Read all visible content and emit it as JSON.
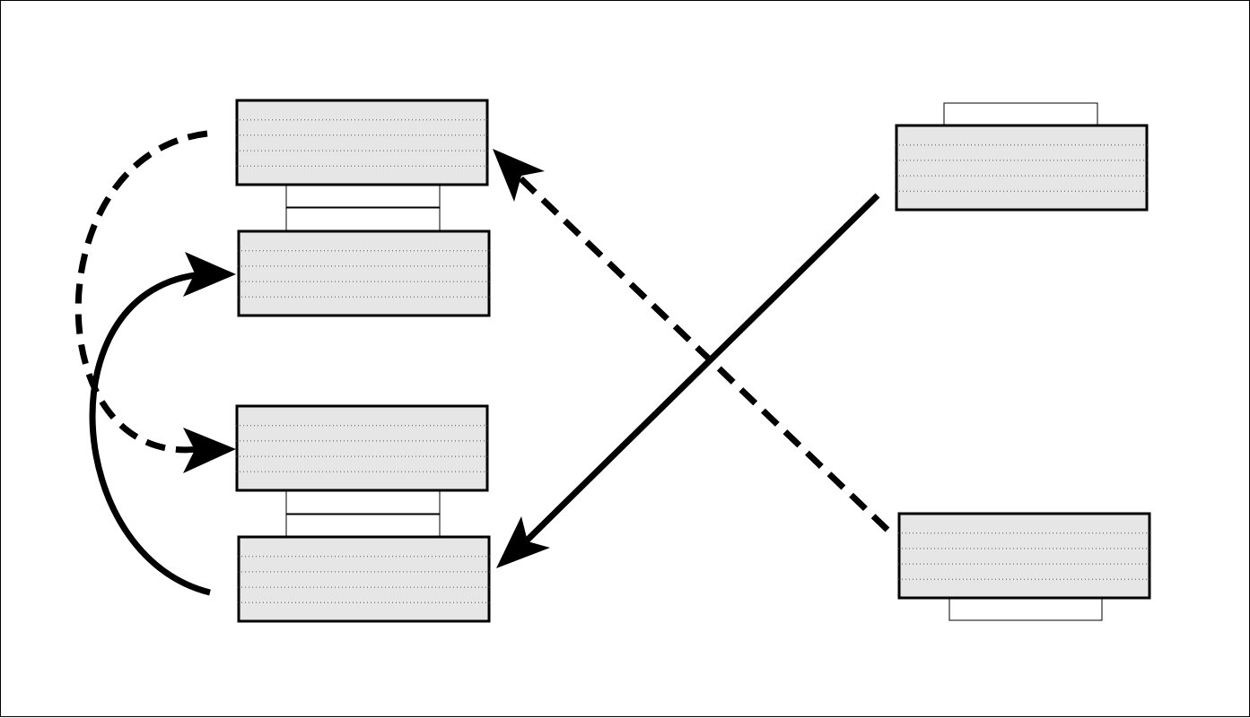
{
  "diagram": {
    "type": "block-exchange-diagram",
    "colors": {
      "block_fill": "#e6e6e6",
      "block_stroke": "#000000",
      "row_rule": "#555555",
      "tab_fill": "#ffffff",
      "arrow": "#000000",
      "background": "#ffffff"
    },
    "blocks": [
      {
        "id": "left-block-1",
        "group": "left-top-pair",
        "rows": 5
      },
      {
        "id": "left-block-2",
        "group": "left-top-pair",
        "rows": 5
      },
      {
        "id": "left-block-3",
        "group": "left-bottom-pair",
        "rows": 5
      },
      {
        "id": "left-block-4",
        "group": "left-bottom-pair",
        "rows": 5
      },
      {
        "id": "right-block-top",
        "group": "right",
        "rows": 5
      },
      {
        "id": "right-block-bottom",
        "group": "right",
        "rows": 5
      }
    ],
    "connections": [
      {
        "from": "left-block-1",
        "to": "left-block-3",
        "style": "dashed",
        "shape": "curved"
      },
      {
        "from": "left-block-4",
        "to": "left-block-2",
        "style": "solid",
        "shape": "curved"
      },
      {
        "from": "right-block-bottom",
        "to": "left-block-1",
        "style": "dashed",
        "shape": "straight"
      },
      {
        "from": "right-block-top",
        "to": "left-block-4",
        "style": "solid",
        "shape": "straight"
      }
    ]
  }
}
